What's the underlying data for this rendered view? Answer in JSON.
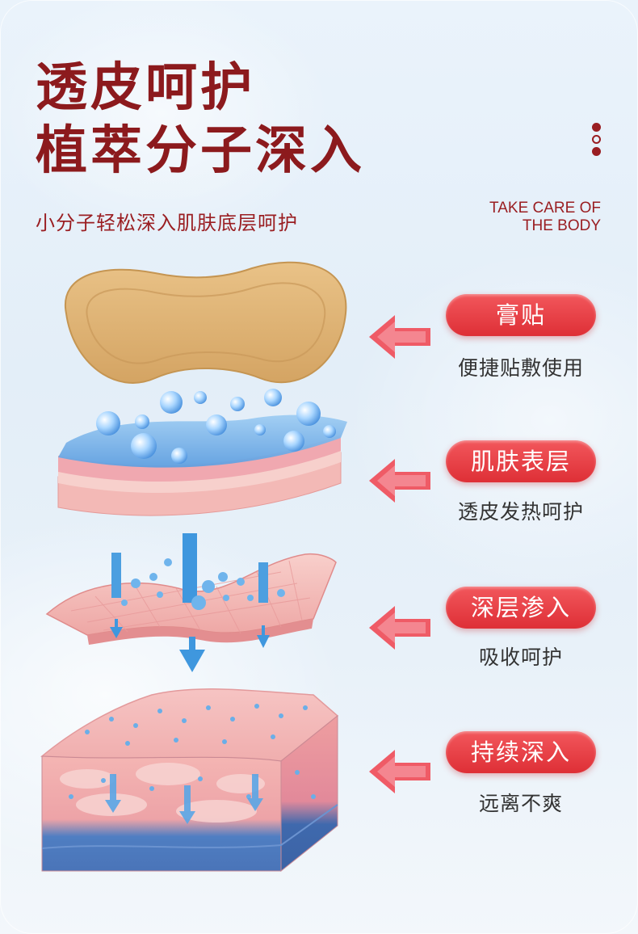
{
  "headline": {
    "line1": "透皮呵护",
    "line2": "植萃分子深入"
  },
  "subline": "小分子轻松深入肌肤底层呵护",
  "english": {
    "line1": "TAKE CARE OF",
    "line2": "THE BODY"
  },
  "steps": [
    {
      "label": "膏贴",
      "desc": "便捷贴敷使用"
    },
    {
      "label": "肌肤表层",
      "desc": "透皮发热呵护"
    },
    {
      "label": "深层渗入",
      "desc": "吸收呵护"
    },
    {
      "label": "持续深入",
      "desc": "远离不爽"
    }
  ],
  "colors": {
    "title": "#8c1a1d",
    "pill": "#de2f36",
    "arrow": "#ef4a55",
    "patch": "#dcae6c",
    "skin": "#f3b3b0",
    "water": "#7fb6e8"
  }
}
